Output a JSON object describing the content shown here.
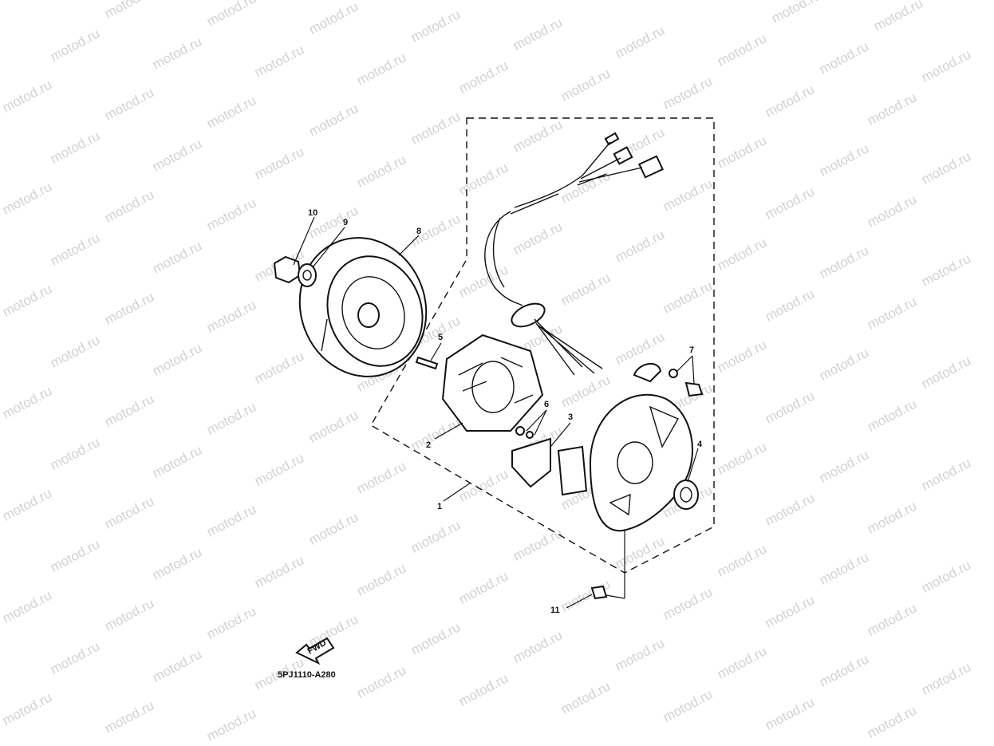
{
  "watermark": {
    "text": "motod.ru"
  },
  "diagram": {
    "code": "5PJ1110-A280",
    "fwd_label": "FWD",
    "callouts": [
      "1",
      "2",
      "3",
      "4",
      "5",
      "6",
      "7",
      "8",
      "9",
      "10",
      "11"
    ]
  }
}
